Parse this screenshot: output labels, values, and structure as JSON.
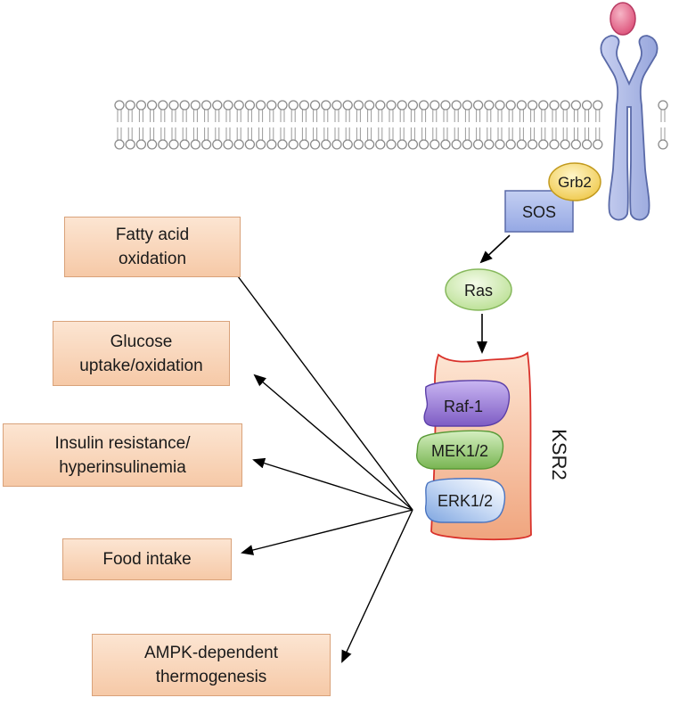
{
  "proteins": {
    "grb2": "Grb2",
    "sos": "SOS",
    "ras": "Ras",
    "raf1": "Raf-1",
    "mek": "MEK1/2",
    "erk": "ERK1/2",
    "scaffold": "KSR2"
  },
  "outcomes": {
    "fatty_acid": "Fatty acid\noxidation",
    "glucose": "Glucose\nuptake/oxidation",
    "insulin": "Insulin resistance/\nhyperinsulinemia",
    "food": "Food intake",
    "ampk": "AMPK-dependent\nthermogenesis"
  },
  "colors": {
    "box_border": "#d9a27a",
    "box_fill_top": "#fce5d2",
    "box_fill_bottom": "#f6c9a7",
    "ksr2_border": "#d9312a",
    "raf1": "#9b7fd6",
    "mek": "#8dc36a",
    "erk": "#8fb3e6",
    "sos": "#a8b8ea",
    "grb2": "#f2d35c",
    "ras": "#c5e6a6",
    "receptor": "#aeb8e4",
    "ligand": "#e06a8c"
  }
}
